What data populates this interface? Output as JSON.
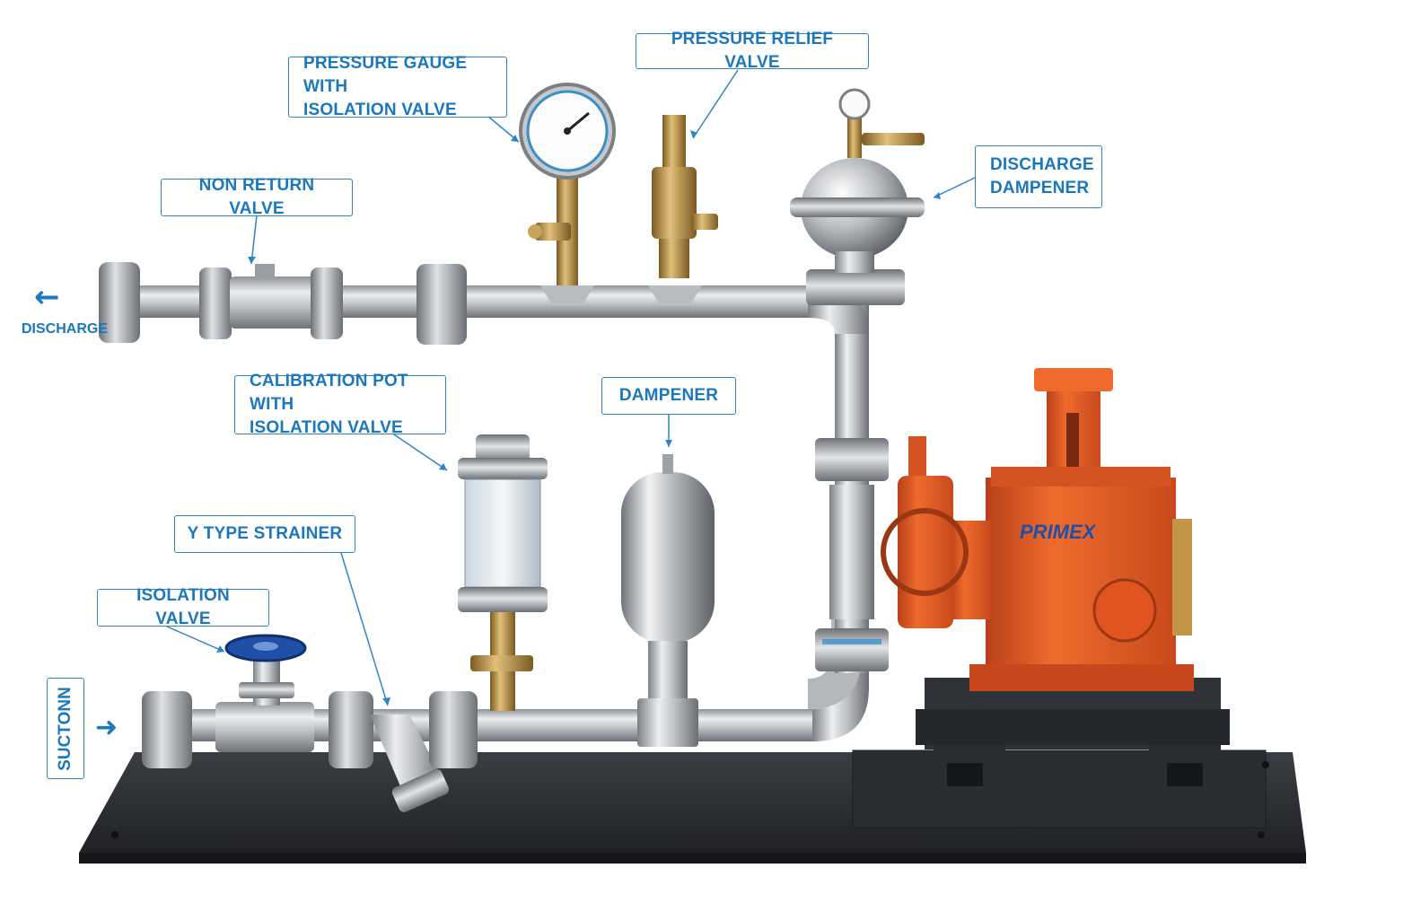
{
  "labels": {
    "pressure_gauge": "PRESSURE GAUGE WITH\nISOLATION VALVE",
    "pressure_relief": "PRESSURE RELIEF VALVE",
    "non_return": "NON RETURN VALVE",
    "discharge_dampener": "DISCHARGE\nDAMPENER",
    "calibration_pot": "CALIBRATION POT WITH\nISOLATION VALVE",
    "dampener": "DAMPENER",
    "y_strainer": "Y TYPE STRAINER",
    "isolation_valve": "ISOLATION VALVE",
    "suction": "SUCTONN",
    "discharge": "DISCHARGE",
    "brand": "PRIMEX"
  },
  "icons": {
    "discharge_arrow": "←",
    "suction_arrow": "➜"
  },
  "colors": {
    "label_blue": "#1b78bd",
    "pump_orange": "#e2541f",
    "base_plate": "#2b2e33",
    "steel": "#b9bcc0",
    "valve_blue": "#1f4fa8",
    "brass": "#b8893a"
  }
}
